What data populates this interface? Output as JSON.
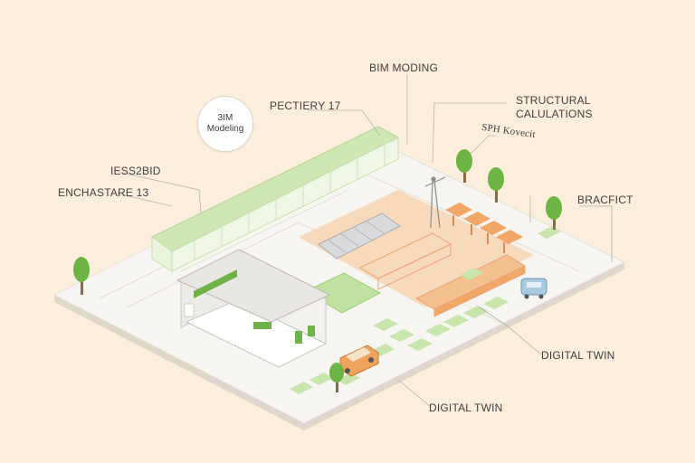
{
  "colors": {
    "background": "#fbeedd",
    "platform": "#f6f5f1",
    "green_accent": "#9fd36a",
    "orange_accent": "#f2a767",
    "tree_green": "#5fae3b"
  },
  "bubble": {
    "line1": "3IM",
    "line2": "Modeling"
  },
  "labels": {
    "bim_moding": "BIM MODING",
    "pectiery": "PECTIERY 17",
    "structural_line1": "STRUCTURAL",
    "structural_line2": "CALULATIONS",
    "sph_kovecit": "SPH Kovecit",
    "iess": "IESS2BID",
    "enchastare": "ENCHASTARE 13",
    "bracfict": "BRACFICT",
    "digital_twin_right": "DIGITAL TWIN",
    "digital_twin_bottom": "DIGITAL TWIN"
  },
  "icons": {
    "trees": "tree-icon",
    "vehicle": "van-icon",
    "robot": "robot-vehicle-icon",
    "crane": "crane-icon",
    "building": "warehouse-icon"
  }
}
